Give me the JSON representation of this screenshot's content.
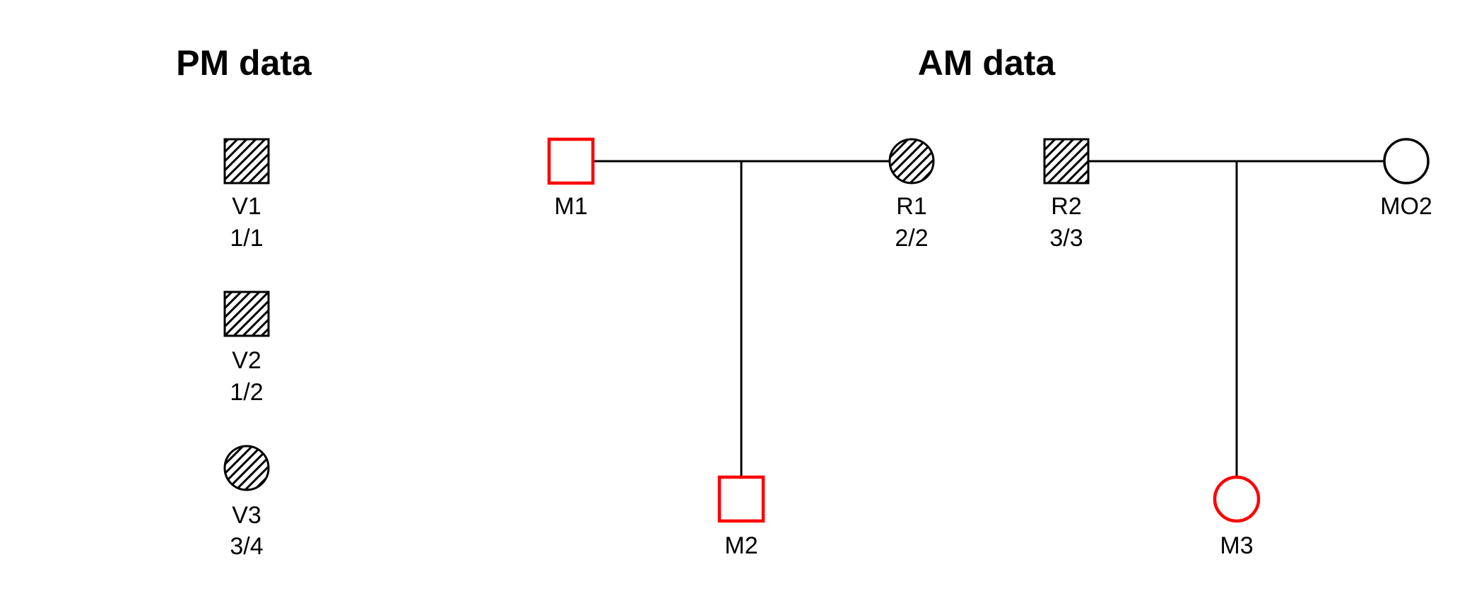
{
  "panels": {
    "pm": {
      "title": "PM data"
    },
    "am": {
      "title": "AM data"
    }
  },
  "colors": {
    "background": "#ffffff",
    "symbol_outline": "#000000",
    "relationship_line": "#000000",
    "missing_person": "#ff0000",
    "label_text": "#000000"
  },
  "pm": {
    "victims": [
      {
        "id": "V1",
        "genotype": "1/1",
        "shape": "square",
        "hatched": true
      },
      {
        "id": "V2",
        "genotype": "1/2",
        "shape": "square",
        "hatched": true
      },
      {
        "id": "V3",
        "genotype": "3/4",
        "shape": "circle",
        "hatched": true
      }
    ]
  },
  "am": {
    "families": [
      {
        "father": {
          "id": "M1",
          "genotype": "",
          "shape": "square",
          "missing": true,
          "hatched": false
        },
        "mother": {
          "id": "R1",
          "genotype": "2/2",
          "shape": "circle",
          "missing": false,
          "hatched": true
        },
        "child": {
          "id": "M2",
          "genotype": "",
          "shape": "square",
          "missing": true,
          "hatched": false
        }
      },
      {
        "father": {
          "id": "R2",
          "genotype": "3/3",
          "shape": "square",
          "missing": false,
          "hatched": true
        },
        "mother": {
          "id": "MO2",
          "genotype": "",
          "shape": "circle",
          "missing": false,
          "hatched": false
        },
        "child": {
          "id": "M3",
          "genotype": "",
          "shape": "circle",
          "missing": true,
          "hatched": false
        }
      }
    ]
  }
}
